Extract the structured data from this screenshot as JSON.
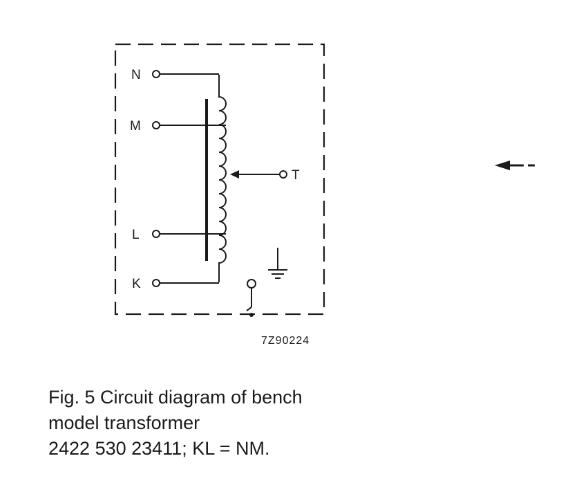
{
  "figure": {
    "code": "7Z90224",
    "terminals": {
      "n": "N",
      "m": "M",
      "l": "L",
      "k": "K",
      "t": "T"
    }
  },
  "caption": {
    "line1": "Fig. 5  Circuit diagram of bench",
    "line2": "model transformer",
    "line3": "2422 530 23411; KL = NM."
  }
}
